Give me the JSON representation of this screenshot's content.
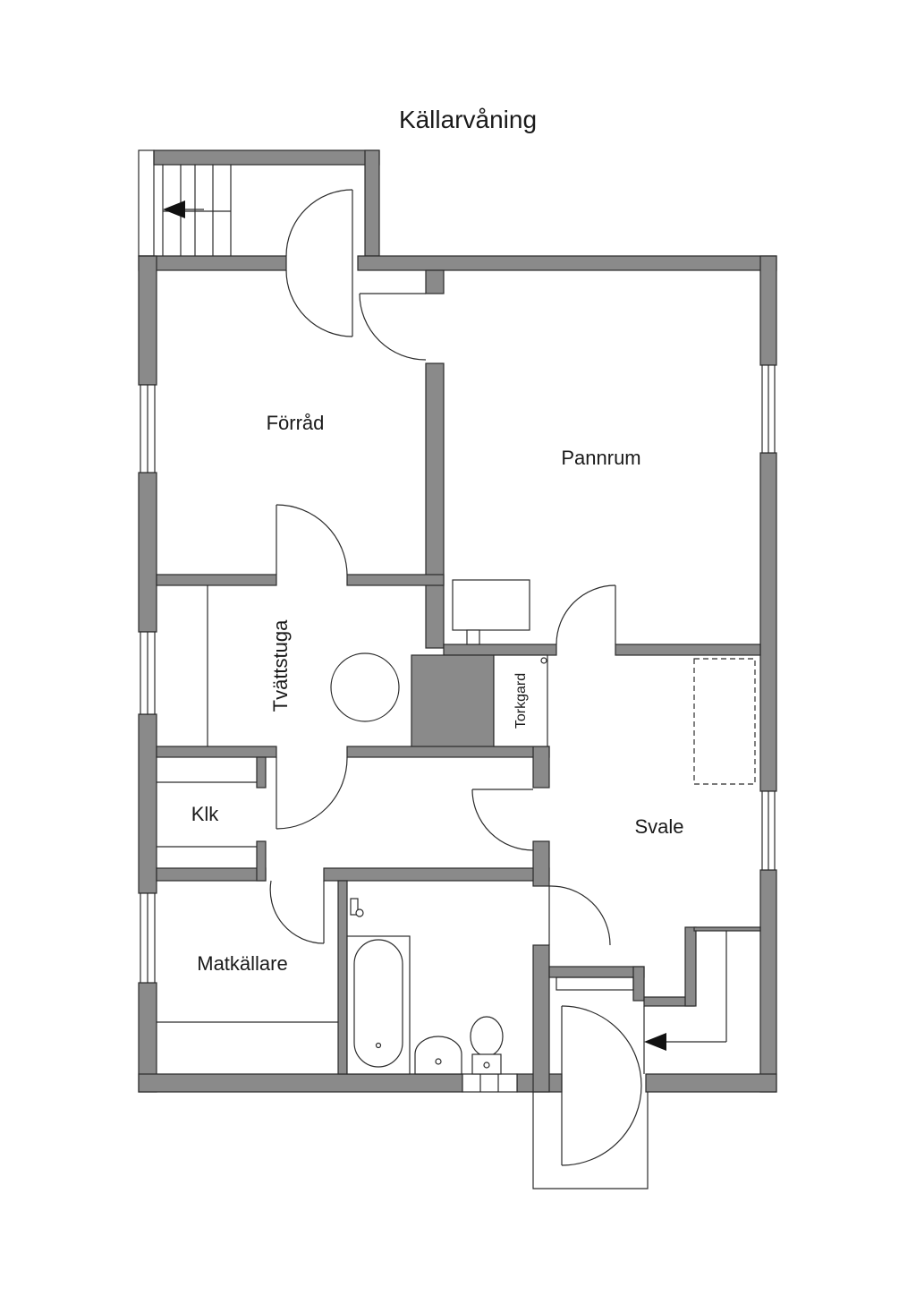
{
  "title": "Källarvåning",
  "rooms": {
    "forrad": "Förråd",
    "pannrum": "Pannrum",
    "tvattstuga": "Tvättstuga",
    "torkgard": "Torkgard",
    "klk": "Klk",
    "svale": "Svale",
    "matkallare": "Matkällare"
  },
  "colors": {
    "wall": "#8a8a8a",
    "line": "#2b2b2b"
  }
}
